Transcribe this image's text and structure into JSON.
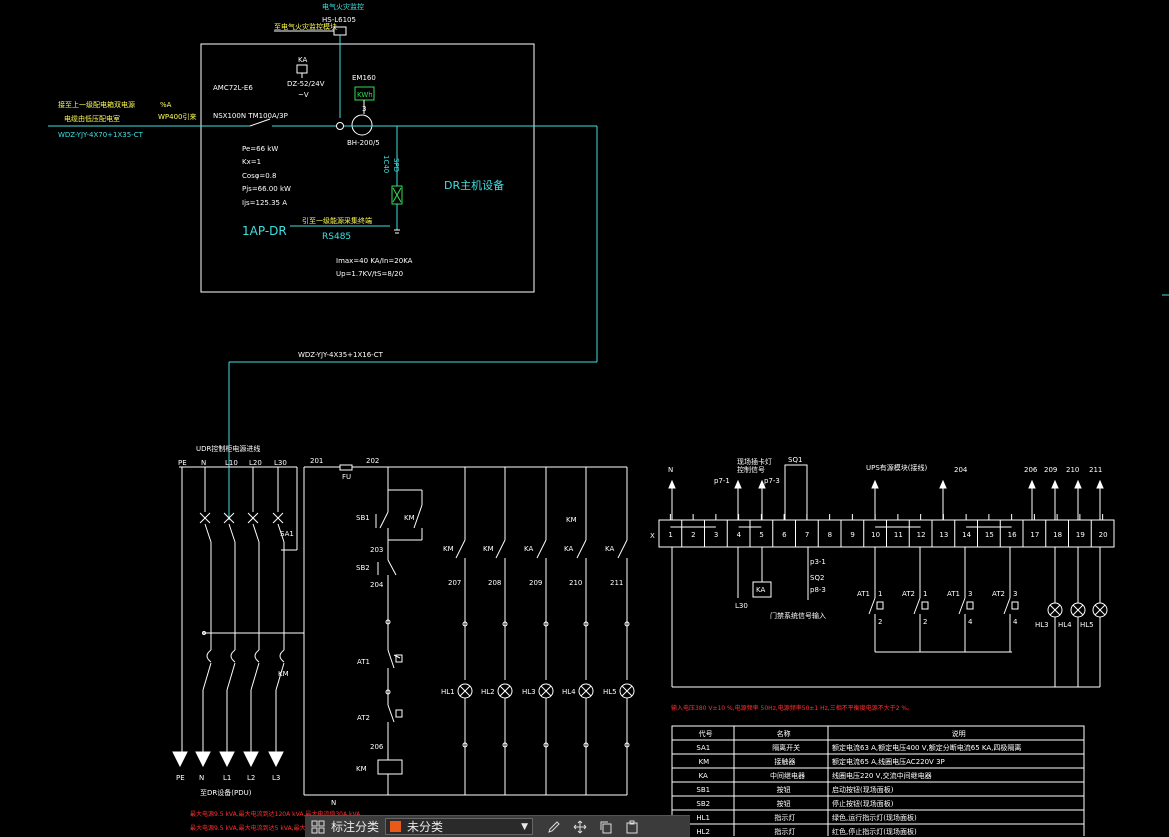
{
  "top": {
    "meter_box_label": "电气火灾监控",
    "meter_box_model": "HS-L6105",
    "meter_box_note": "至电气火灾监控模块",
    "ka_label": "KA",
    "ka_model": "DZ-52/24V",
    "ka_sub": "~V",
    "em_label": "EM160",
    "kwh_label": "KWh",
    "ct_label": "3",
    "ct_model": "BH-200/5",
    "panel_model": "AMC72L-E6",
    "breaker_model": "NSX100N TM100A/3P",
    "incoming_note1": "接至上一级配电箱双电源",
    "incoming_note2": "电缆由低压配电室",
    "incoming_note_r1": "%A",
    "incoming_note_r2": "WP400引来",
    "incoming_cable": "WDZ-YJY-4X70+1X35-CT",
    "pe": "Pe=66 kW",
    "kx": "Kx=1",
    "cos": "Cosφ=0.8",
    "pjs": "Pjs=66.00 kW",
    "ijs": "Ijs=125.35 A",
    "panel_name": "1AP-DR",
    "dr_label": "DR主机设备",
    "rs485_note": "引至一级能源采集终端",
    "rs485": "RS485",
    "spd_label": "SPD",
    "spd_sub": "1C40",
    "imax": "Imax=40 KA/In=20KA",
    "up": "Up=1.7KV/tS=8/20",
    "out_cable": "WDZ-YJY-4X35+1X16-CT"
  },
  "left": {
    "title": "UDR控制柜电源进线",
    "phases": [
      "PE",
      "N",
      "L10",
      "L20",
      "L30"
    ],
    "n201": "201",
    "n202": "202",
    "fu": "FU",
    "sa1": "SA1",
    "sb1": "SB1",
    "sb2": "SB2",
    "n203": "203",
    "n204": "204",
    "n206": "206",
    "km": "KM",
    "at1": "AT1",
    "at2": "AT2",
    "km_coil": "KM",
    "n_bottom": "N",
    "outputs": [
      "PE",
      "N",
      "L1",
      "L2",
      "L3"
    ],
    "pdu": "至DR设备(PDU)",
    "contacts": [
      {
        "label": "KM",
        "node": "207",
        "lamp": "HL1"
      },
      {
        "label": "KM",
        "node": "208",
        "lamp": "HL2"
      },
      {
        "label": "KA",
        "node": "209",
        "lamp": "HL3"
      },
      {
        "label": "KA",
        "node": "210",
        "lamp": "HL4"
      },
      {
        "label": "KA",
        "node": "211",
        "lamp": "HL5"
      }
    ],
    "red_note1": "最大电源9.5 kVA,最大电流到达120A kVA,最大电流值30A kVA",
    "red_note2": "最大电源9.5 kVA,最大电流到达5 kVA,最大电流值30A"
  },
  "right": {
    "n_label": "N",
    "x_label": "X",
    "p1": "p7-1",
    "p2": "p7-3",
    "sq1": "SQ1",
    "remote_note1": "现场插卡灯",
    "remote_note2": "控制信号",
    "ups_note": "UPS有源模块(接线)",
    "top_nums": [
      "204",
      "206",
      "209",
      "210",
      "211"
    ],
    "terminals": [
      "1",
      "2",
      "3",
      "4",
      "5",
      "6",
      "7",
      "8",
      "9",
      "10",
      "11",
      "12",
      "13",
      "14",
      "15",
      "16",
      "17",
      "18",
      "19",
      "20"
    ],
    "ka": "KA",
    "l30": "L30",
    "p3": "p3-1",
    "sq2": "SQ2",
    "p4": "p8-3",
    "door_note": "门禁系统信号输入",
    "ats": [
      {
        "name": "AT1",
        "t": "1",
        "b": "2"
      },
      {
        "name": "AT2",
        "t": "1",
        "b": "2"
      },
      {
        "name": "AT1",
        "t": "3",
        "b": "4"
      },
      {
        "name": "AT2",
        "t": "3",
        "b": "4"
      }
    ],
    "lamps": [
      "HL3",
      "HL4",
      "HL5"
    ],
    "red_note": "输入电压380 V±10 %,电源频率 50Hz,电源频率50±1 Hz,三相不平衡度电源不大于2 %。"
  },
  "table": {
    "headers": [
      "代号",
      "名称",
      "说明"
    ],
    "rows": [
      [
        "SA1",
        "隔离开关",
        "额定电流63 A,额定电压400 V,额定分断电流65 KA,四极隔离"
      ],
      [
        "KM",
        "接触器",
        "额定电流65 A,线圈电压AC220V  3P"
      ],
      [
        "KA",
        "中间继电器",
        "线圈电压220 V,交流中间继电器"
      ],
      [
        "SB1",
        "按钮",
        "启动按钮(现场面板)"
      ],
      [
        "SB2",
        "按钮",
        "停止按钮(现场面板)"
      ],
      [
        "HL1",
        "指示灯",
        "绿色,运行指示灯(现场面板)"
      ],
      [
        "HL2",
        "指示灯",
        "红色,停止指示灯(现场面板)"
      ]
    ]
  },
  "toolbar": {
    "label": "标注分类",
    "category": "未分类"
  }
}
